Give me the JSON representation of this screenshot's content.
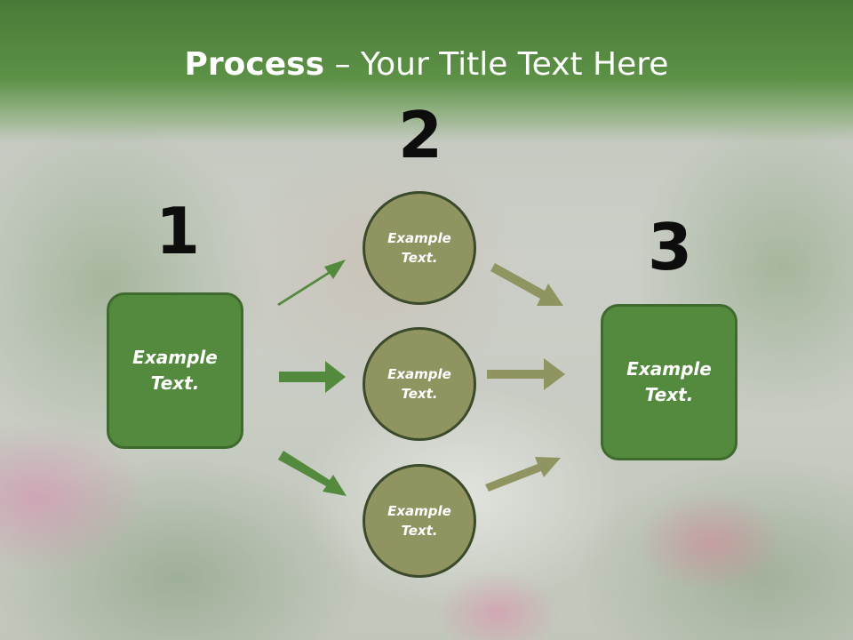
{
  "title": {
    "bold": "Process",
    "rest": " – Your Title Text Here"
  },
  "steps": [
    {
      "number": "1",
      "text_line1": "Example",
      "text_line2": "Text."
    },
    {
      "number": "2"
    },
    {
      "number": "3",
      "text_line1": "Example",
      "text_line2": "Text."
    }
  ],
  "circles": [
    {
      "text_line1": "Example",
      "text_line2": "Text."
    },
    {
      "text_line1": "Example",
      "text_line2": "Text."
    },
    {
      "text_line1": "Example",
      "text_line2": "Text."
    }
  ],
  "colors": {
    "title_bar": "#5c9146",
    "box_fill": "#548a3e",
    "circle_fill": "#8f9461",
    "left_arrows": "#548a3e",
    "right_arrows": "#8f9461"
  }
}
